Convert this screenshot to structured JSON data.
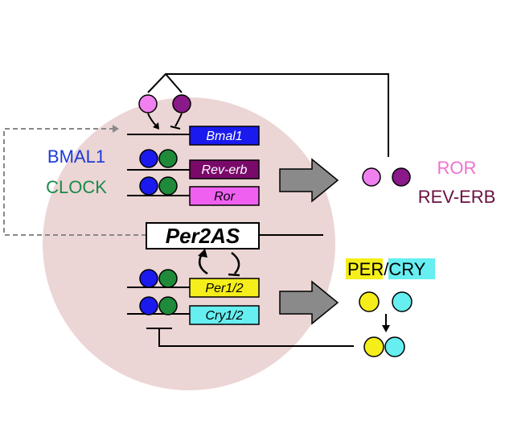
{
  "labels": {
    "bmal1": "BMAL1",
    "clock": "CLOCK",
    "ror": "ROR",
    "rev_erb": "REV-ERB",
    "per": "PER",
    "slash": "/",
    "cry": "CRY"
  },
  "genes": {
    "bmal1": "Bmal1",
    "rev_erb": "Rev-erb",
    "ror": "Ror",
    "per2as": "Per2AS",
    "per12": "Per1/2",
    "cry12": "Cry1/2"
  },
  "colors": {
    "nucleus": "#ecd5d5",
    "bmal1_protein": "#1a1aee",
    "clock_protein": "#1f8a3a",
    "ror_protein": "#f080f0",
    "reverb_protein": "#8a1a8a",
    "per_protein": "#f5ee1a",
    "cry_protein": "#66eef0",
    "bmal1_box": "#1a1aee",
    "reverb_box": "#7a0a6a",
    "ror_box": "#f060f0",
    "per_box": "#f5ee1a",
    "cry_box": "#66eef0",
    "ror_text": "#f070d0",
    "reverb_text": "#6a1040",
    "bmal1_text": "#1a3ad8",
    "clock_text": "#1a8a4a",
    "arrow_fill": "#8a8a8a",
    "dashed": "#888888"
  }
}
